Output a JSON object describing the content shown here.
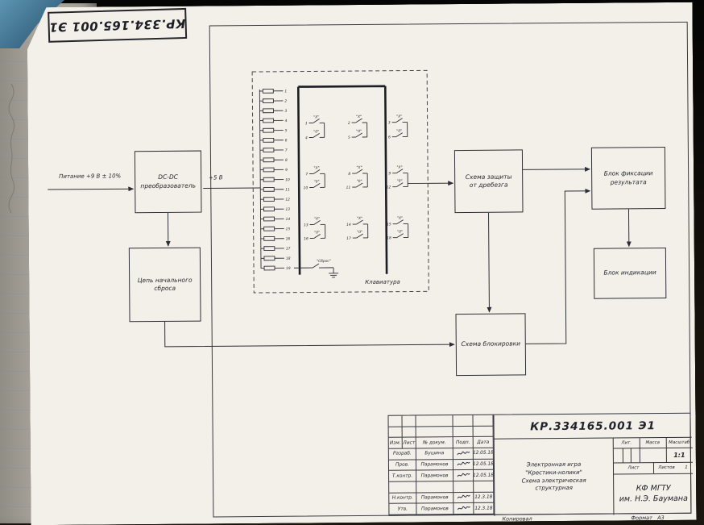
{
  "photo": {
    "spine_label": "КР.334.165.001 Э1"
  },
  "diagram": {
    "power_label": "Питание +9 В ± 10%",
    "v5_label": "+5 В",
    "blocks": {
      "dcdc": "DC-DC\nпреобразователь",
      "reset": "Цепь начального\nсброса",
      "debounce": "Схема защиты\nот дребезга",
      "fix": "Блок фиксации\nрезультата",
      "indication": "Блок индикации",
      "lock": "Схема блокировки"
    },
    "keyboard": {
      "label": "Клавиатура",
      "line_count": 19,
      "switch_rows": [
        {
          "numbers": [
            "1",
            "2",
            "3"
          ],
          "cap": "\"X\""
        },
        {
          "numbers": [
            "4",
            "5",
            "6"
          ],
          "cap": "\"0\""
        },
        {
          "numbers": [
            "7",
            "8",
            "9"
          ],
          "cap": "\"X\""
        },
        {
          "numbers": [
            "10",
            "11",
            "12"
          ],
          "cap": "\"0\""
        },
        {
          "numbers": [
            "13",
            "14",
            "15"
          ],
          "cap": "\"X\""
        },
        {
          "numbers": [
            "16",
            "17",
            "18"
          ],
          "cap": "\"0\""
        }
      ],
      "reset_line": {
        "number": "19",
        "label": "\"Сброс\""
      }
    }
  },
  "title_block": {
    "doc_number": "КР.334165.001 Э1",
    "product_title": "Электронная игра\n\"Крестики-нолики\"\nСхема электрическая\nструктурная",
    "header_cols": [
      "Изм.",
      "Лист",
      "№ докум.",
      "Подп.",
      "Дата"
    ],
    "rows": [
      {
        "role": "Разраб.",
        "name": "Бушина",
        "date": "12.05.18"
      },
      {
        "role": "Пров.",
        "name": "Парамонов",
        "date": "12.05.18"
      },
      {
        "role": "Т.контр.",
        "name": "Парамонов",
        "date": "12.05.18"
      },
      {
        "role": "",
        "name": "",
        "date": ""
      },
      {
        "role": "Н.контр.",
        "name": "Парамонов",
        "date": "12.3.18"
      },
      {
        "role": "Утв.",
        "name": "Парамонов",
        "date": "12.3.18"
      }
    ],
    "lit_label": "Лит.",
    "mass_label": "Масса",
    "scale_label": "Масштаб",
    "scale_value": "1:1",
    "sheet_label": "Лист",
    "sheets_label": "Листов",
    "sheets_value": "1",
    "organization": "КФ МГТУ\nим. Н.Э. Баумана",
    "copied_label": "Копировал",
    "format_label": "Формат",
    "format_value": "А3"
  }
}
